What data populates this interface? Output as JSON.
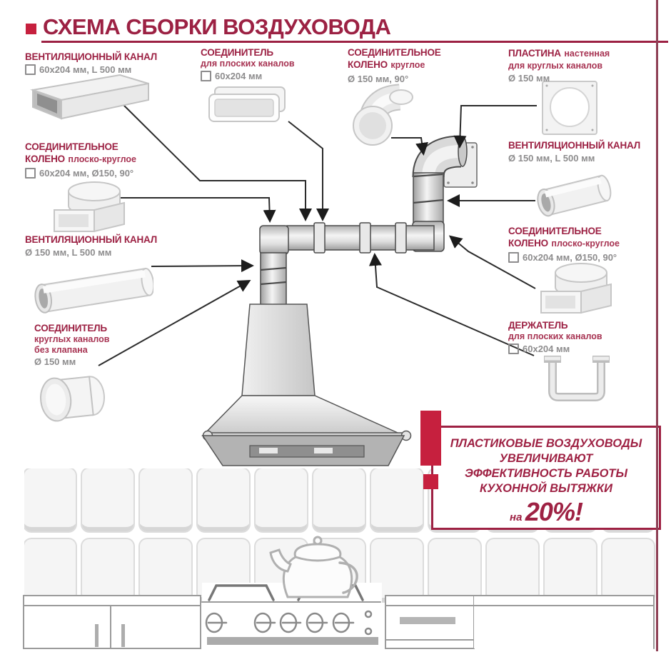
{
  "page": {
    "title": "СХЕМА СБОРКИ ВОЗДУХОВОДА"
  },
  "colors": {
    "accent_red": "#c6203e",
    "maroon": "#9c2143",
    "dim_gray": "#8d8c8d",
    "page_edge": "#8f4156"
  },
  "components": {
    "flat_duct_top": {
      "title": "ВЕНТИЛЯЦИОННЫЙ КАНАЛ",
      "dims": "60х204 мм, L 500 мм"
    },
    "flat_connector": {
      "title": "СОЕДИНИТЕЛЬ",
      "subtitle": "для плоских каналов",
      "dims": "60х204 мм"
    },
    "round_elbow": {
      "title": "СОЕДИНИТЕЛЬНОЕ",
      "title2": "КОЛЕНО",
      "descriptor": "круглое",
      "dims": "Ø 150 мм, 90°"
    },
    "wall_plate": {
      "title": "ПЛАСТИНА",
      "descriptor": "настенная",
      "subtitle": "для круглых каналов",
      "dims": "Ø 150 мм"
    },
    "flat_round_elbow_left": {
      "title": "СОЕДИНИТЕЛЬНОЕ",
      "title2": "КОЛЕНО",
      "descriptor": "плоско-круглое",
      "dims": "60х204 мм, Ø150, 90°"
    },
    "round_duct_left": {
      "title": "ВЕНТИЛЯЦИОННЫЙ КАНАЛ",
      "dims": "Ø 150 мм, L 500 мм"
    },
    "round_connector": {
      "title": "СОЕДИНИТЕЛЬ",
      "subtitle": "круглых каналов",
      "subtitle2": "без клапана",
      "dims": "Ø 150 мм"
    },
    "round_duct_right": {
      "title": "ВЕНТИЛЯЦИОННЫЙ КАНАЛ",
      "dims": "Ø 150 мм, L 500 мм"
    },
    "flat_round_elbow_right": {
      "title": "СОЕДИНИТЕЛЬНОЕ",
      "title2": "КОЛЕНО",
      "descriptor": "плоско-круглое",
      "dims": "60х204 мм, Ø150, 90°"
    },
    "flat_duct_holder": {
      "title": "ДЕРЖАТЕЛЬ",
      "subtitle": "для плоских каналов",
      "dims": "60х204 мм"
    }
  },
  "info": {
    "line1": "ПЛАСТИКОВЫЕ ВОЗДУХОВОДЫ",
    "line2": "УВЕЛИЧИВАЮТ",
    "line3": "ЭФФЕКТИВНОСТЬ РАБОТЫ",
    "line4": "КУХОННОЙ ВЫТЯЖКИ",
    "suffix_small": "на",
    "suffix_big": "20%!"
  }
}
